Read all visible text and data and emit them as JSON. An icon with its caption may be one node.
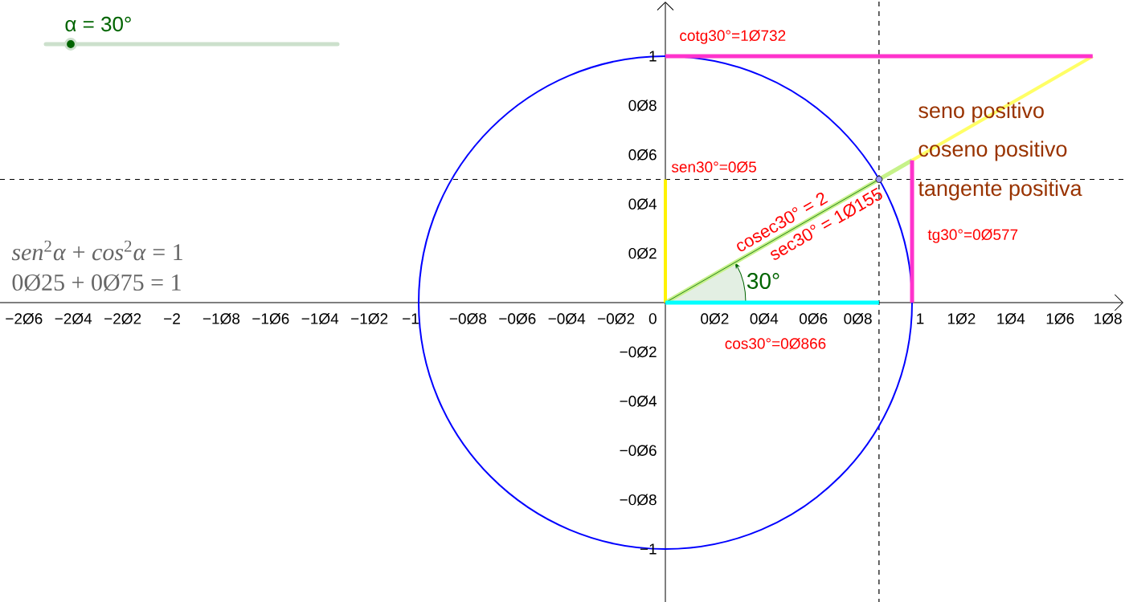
{
  "diagram": {
    "labels": [
      "α = 30°",
      "cotg30°=1Ø732",
      "1",
      "0Ø8",
      "seno positivo",
      "coseno positivo",
      "0Ø6",
      "sen30°=0Ø5",
      "tangente positiva",
      "0Ø4",
      "*sen*$^{2}$*α* + *cos*$^{2}$*α* = 1",
      "cosec30° = 2",
      "sec30° = 1Ø155",
      "30°",
      "tg30°=0Ø577",
      "0Ø2",
      "0Ø25 + 0Ø75 = 1",
      "−2Ø6",
      "−2Ø4",
      "−2Ø2",
      "−2",
      "−1Ø8",
      "−1Ø6",
      "−1Ø4",
      "−1Ø2",
      "−1",
      "−0Ø8",
      "−0Ø6",
      "−0Ø4",
      "−0Ø2",
      "0",
      "0Ø2",
      "0Ø4",
      "0Ø6",
      "0Ø8",
      "1",
      "1Ø2",
      "1Ø4",
      "1Ø6",
      "1Ø8",
      "cos30°=0Ø866",
      "−0Ø2",
      "−0Ø4",
      "−0Ø6",
      "−0Ø8",
      "−1"
    ]
  }
}
